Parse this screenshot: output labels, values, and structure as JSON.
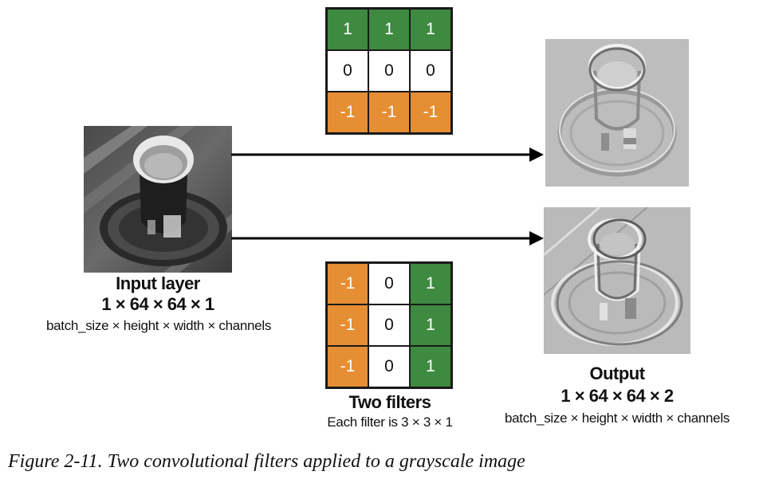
{
  "filters": {
    "top": {
      "rows": [
        [
          "1",
          "1",
          "1"
        ],
        [
          "0",
          "0",
          "0"
        ],
        [
          "-1",
          "-1",
          "-1"
        ]
      ],
      "colors": [
        [
          "green",
          "green",
          "green"
        ],
        [
          "white",
          "white",
          "white"
        ],
        [
          "orange",
          "orange",
          "orange"
        ]
      ]
    },
    "bottom": {
      "rows": [
        [
          "-1",
          "0",
          "1"
        ],
        [
          "-1",
          "0",
          "1"
        ],
        [
          "-1",
          "0",
          "1"
        ]
      ],
      "colors": [
        [
          "orange",
          "white",
          "green"
        ],
        [
          "orange",
          "white",
          "green"
        ],
        [
          "orange",
          "white",
          "green"
        ]
      ]
    },
    "label": "Two filters",
    "sublabel": "Each filter is 3 × 3 × 1"
  },
  "input": {
    "title": "Input layer",
    "dims": "1 × 64 × 64 × 1",
    "legend": "batch_size × height × width × channels"
  },
  "output": {
    "title": "Output",
    "dims": "1 × 64 × 64 × 2",
    "legend": "batch_size × height × width × channels"
  },
  "caption": "Figure 2-11. Two convolutional filters applied to a grayscale image",
  "colors": {
    "green": "#3e8a40",
    "orange": "#e58e34",
    "white": "#ffffff",
    "arrow": "#000000"
  },
  "icons": {
    "input_image": "coffee-cup-grayscale-image",
    "output_image_1": "horizontal-edge-map-image",
    "output_image_2": "vertical-edge-map-image"
  }
}
